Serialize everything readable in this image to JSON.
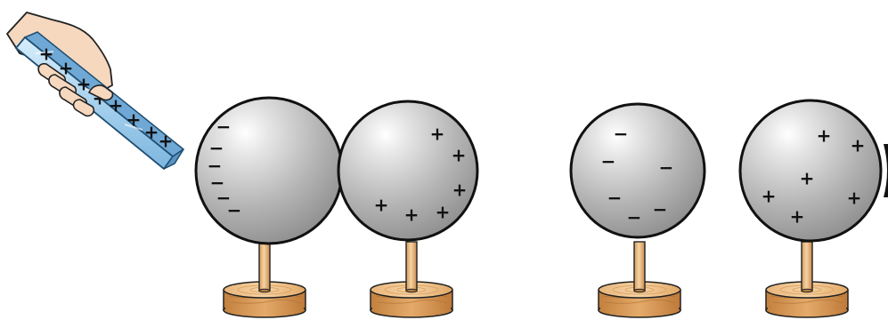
{
  "symbols": {
    "plus": "+",
    "minus": "−"
  },
  "rod": {
    "charge_count": 8
  },
  "spheres": [
    {
      "id": "sphere-1",
      "charge": "negative",
      "count": 6
    },
    {
      "id": "sphere-2",
      "charge": "positive",
      "count": 6
    },
    {
      "id": "sphere-3",
      "charge": "negative",
      "count": 6
    },
    {
      "id": "sphere-4",
      "charge": "positive",
      "count": 6
    }
  ],
  "colors": {
    "sphere_light": "#f4f4f4",
    "sphere_dark": "#8e8e8e",
    "sphere_outline": "#111111",
    "rod_fill": "#a9d4ef",
    "rod_edge": "#2b5f86",
    "wood_light": "#f3c994",
    "wood_dark": "#c98a4b",
    "skin": "#f6d8bf"
  }
}
